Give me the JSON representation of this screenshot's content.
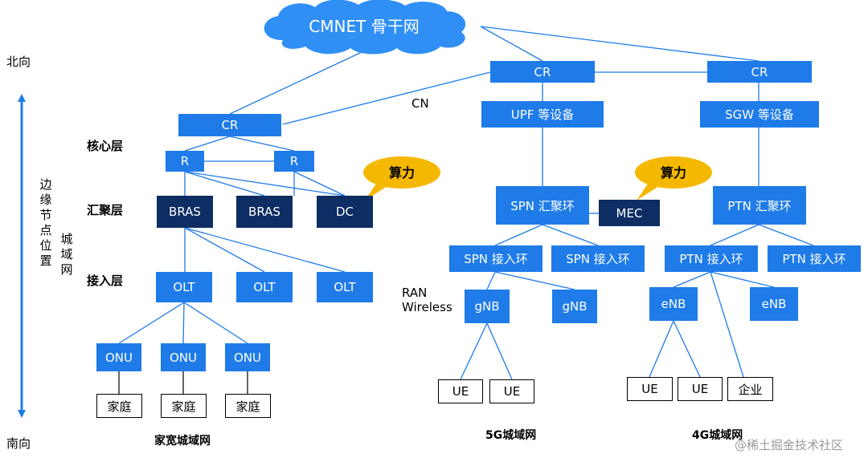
{
  "cloud": {
    "label": "CMNET 骨干网",
    "color": "#2f8ff5"
  },
  "axis": {
    "north": "北向",
    "south": "南向",
    "edge_title": "边缘节点位置",
    "metro_title": "城域网"
  },
  "layers": {
    "core": "核心层",
    "aggregation": "汇聚层",
    "access": "接入层"
  },
  "labels": {
    "cn": "CN",
    "ran_line1": "RAN",
    "ran_line2": "Wireless",
    "compute_left": "算力",
    "compute_right": "算力"
  },
  "sections": {
    "broadband": "家宽城域网",
    "metro_5g": "5G城域网",
    "metro_4g": "4G城域网"
  },
  "watermark": "@稀土掘金技术社区",
  "colors": {
    "node_blue": "#1e7be8",
    "node_navy": "#0d2d63",
    "bubble": "#f5b800",
    "arrow": "#1e7be8",
    "line": "#1e7be8"
  },
  "nodes": {
    "cr_left": "CR",
    "r1": "R",
    "r2": "R",
    "bras1": "BRAS",
    "bras2": "BRAS",
    "dc": "DC",
    "olt1": "OLT",
    "olt2": "OLT",
    "olt3": "OLT",
    "onu1": "ONU",
    "onu2": "ONU",
    "onu3": "ONU",
    "home1": "家庭",
    "home2": "家庭",
    "home3": "家庭",
    "cr_mid": "CR",
    "cr_right": "CR",
    "upf": "UPF 等设备",
    "sgw": "SGW 等设备",
    "spn_agg": "SPN 汇聚环",
    "mec": "MEC",
    "ptn_agg": "PTN 汇聚环",
    "spn_acc1": "SPN 接入环",
    "spn_acc2": "SPN 接入环",
    "ptn_acc1": "PTN 接入环",
    "ptn_acc2": "PTN 接入环",
    "gnb1": "gNB",
    "gnb2": "gNB",
    "enb1": "eNB",
    "enb2": "eNB",
    "ue1": "UE",
    "ue2": "UE",
    "ue3": "UE",
    "ue4": "UE",
    "enterprise": "企业"
  }
}
